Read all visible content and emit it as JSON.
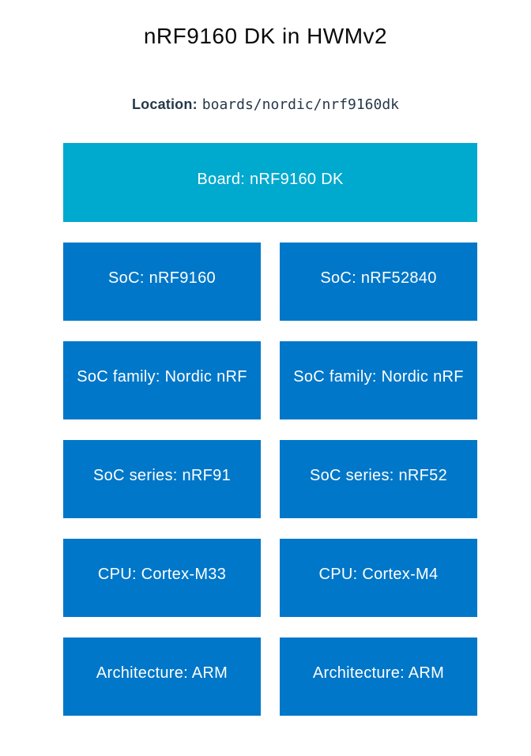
{
  "title": "nRF9160 DK in HWMv2",
  "location": {
    "label": "Location:",
    "path": "boards/nordic/nrf9160dk"
  },
  "diagram": {
    "board": {
      "label": "Board: nRF9160 DK"
    },
    "rows": [
      {
        "left": "SoC: nRF9160",
        "right": "SoC: nRF52840"
      },
      {
        "left": "SoC family: Nordic nRF",
        "right": "SoC family: Nordic nRF"
      },
      {
        "left": "SoC series: nRF91",
        "right": "SoC series: nRF52"
      },
      {
        "left": "CPU: Cortex-M33",
        "right": "CPU: Cortex-M4"
      },
      {
        "left": "Architecture: ARM",
        "right": "Architecture: ARM"
      }
    ]
  },
  "colors": {
    "board_fill": "#00A9CE",
    "cell_fill": "#0077C8",
    "text_on_fill": "#FFFFFF",
    "title_text": "#0A0A0A",
    "location_text": "#263849",
    "background": "#FFFFFF"
  }
}
